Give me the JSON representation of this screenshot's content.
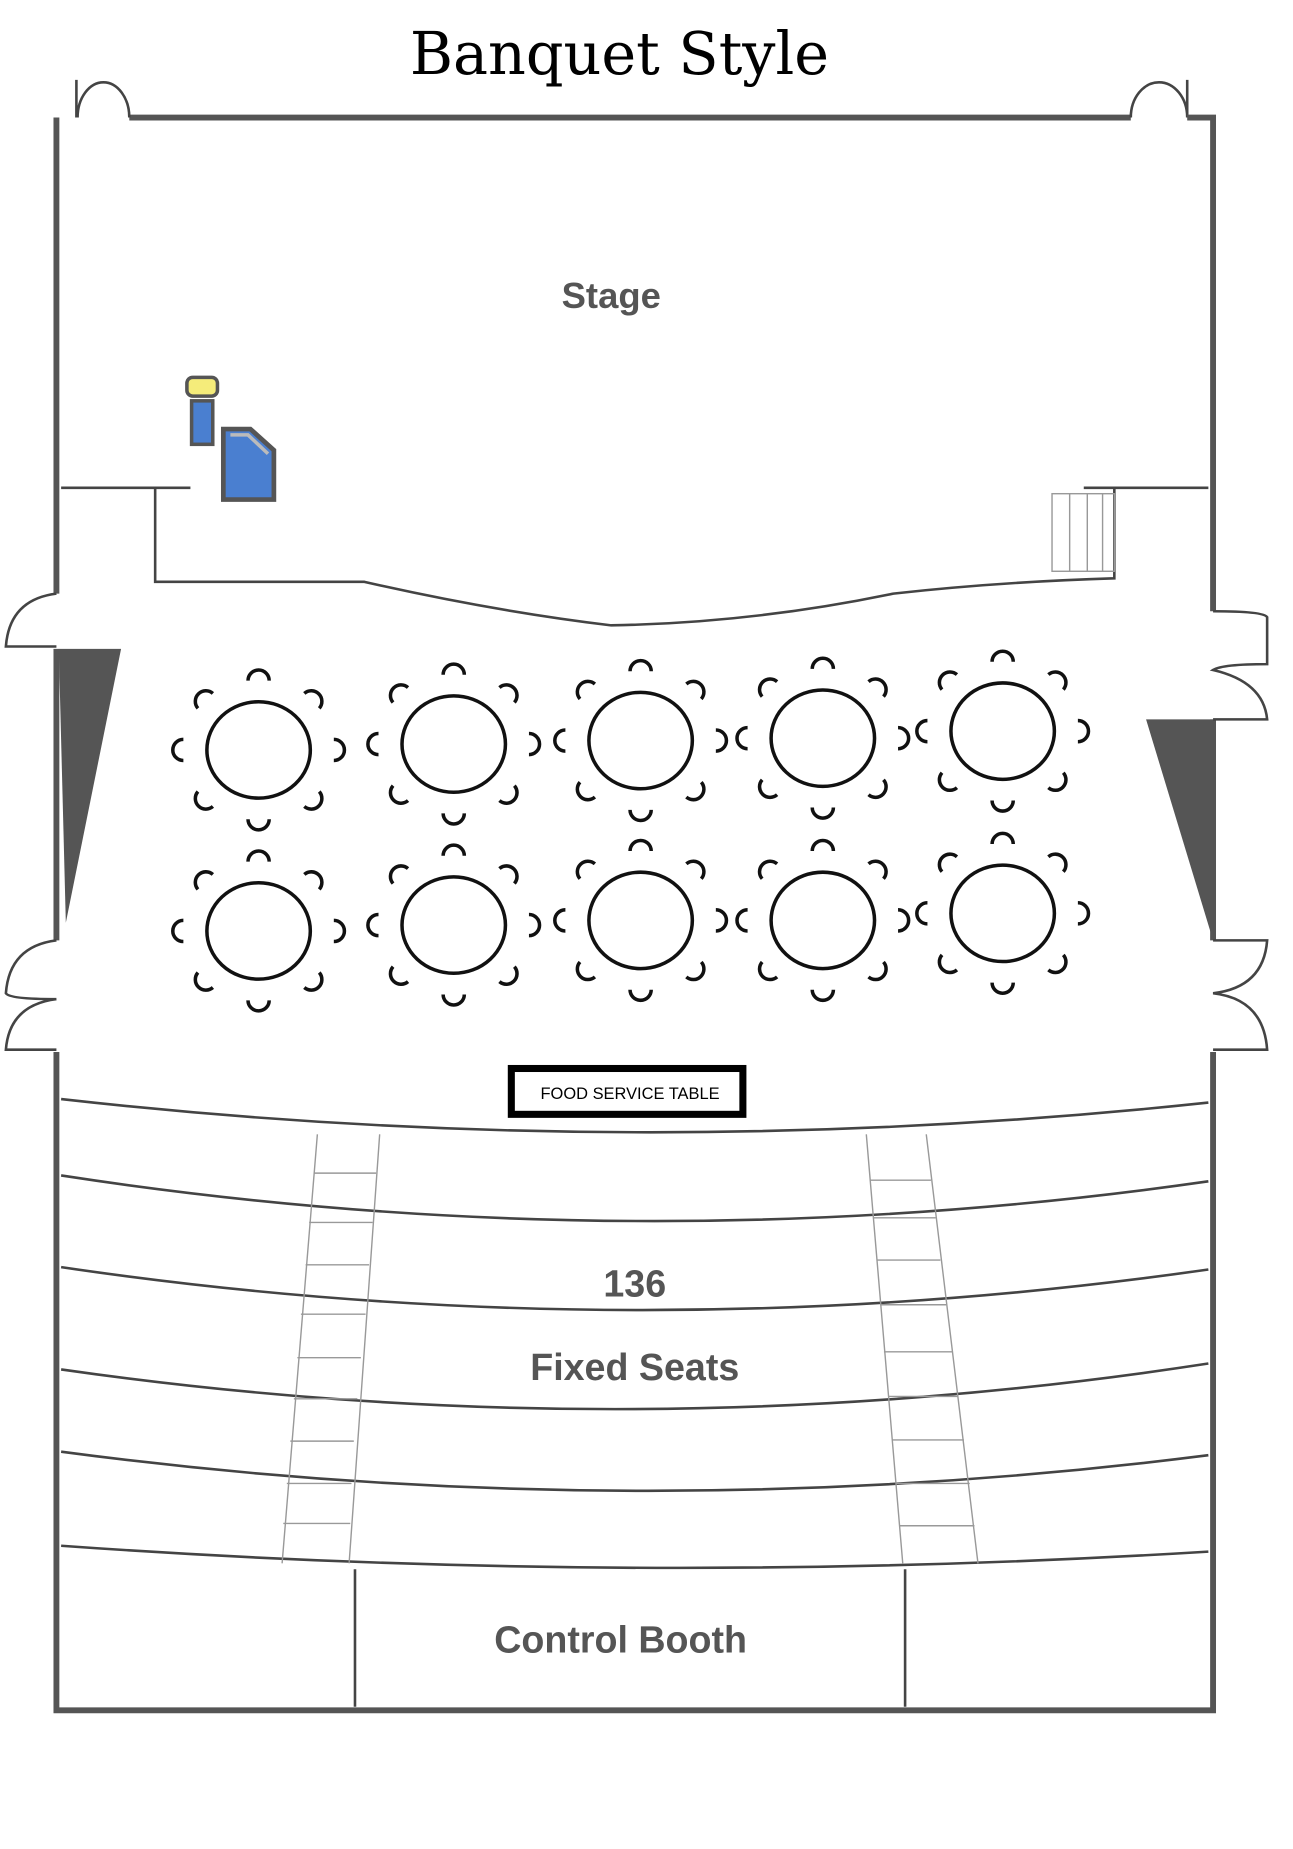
{
  "title": "Banquet Style",
  "labels": {
    "stage": "Stage",
    "seat_count": "136",
    "fixed_seats": "Fixed Seats",
    "control_booth": "Control Booth",
    "food_service_table": "FOOD SERVICE TABLE"
  },
  "tables": {
    "rows": 2,
    "tables_per_row": 5,
    "seats_per_table": 8
  },
  "colors": {
    "wall": "#555555",
    "podium_blue": "#4a7fd0",
    "person_head": "#f5ec7a"
  }
}
